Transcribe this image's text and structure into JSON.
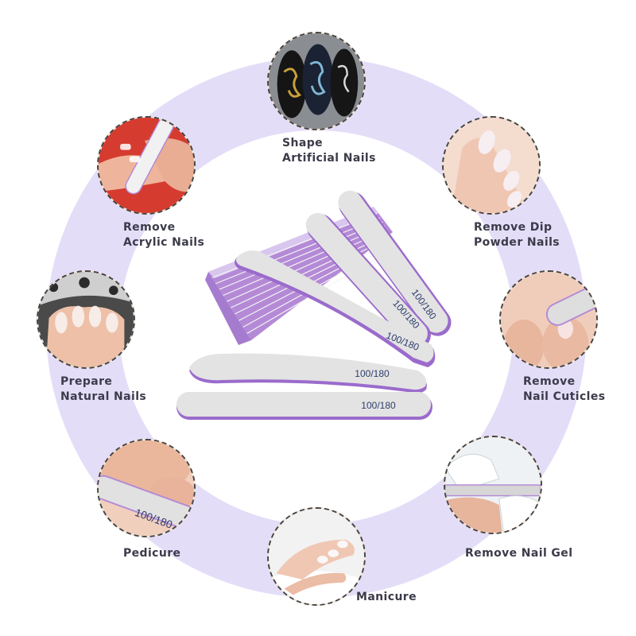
{
  "colors": {
    "ring": "#e4ddf8",
    "file_body": "#dcdcdc",
    "file_core": "#b18ad8",
    "label_text": "#3b3b4a",
    "grit_text": "#2e3d6b"
  },
  "product": {
    "grit_marking": "100/180"
  },
  "uses": [
    {
      "id": "shape",
      "icon": "painted-nails-photo",
      "lines": [
        "Shape",
        "Artificial  Nails"
      ]
    },
    {
      "id": "dip",
      "icon": "dip-nails-photo",
      "lines": [
        "Remove Dip",
        "Powder Nails"
      ]
    },
    {
      "id": "cuticles",
      "icon": "cuticle-filing-photo",
      "lines": [
        "Remove",
        "Nail Cuticles"
      ]
    },
    {
      "id": "gel",
      "icon": "gel-removal-photo",
      "lines": [
        "Remove Nail Gel"
      ]
    },
    {
      "id": "manicure",
      "icon": "manicure-photo",
      "lines": [
        "Manicure"
      ]
    },
    {
      "id": "pedicure",
      "icon": "pedicure-photo",
      "lines": [
        "Pedicure"
      ]
    },
    {
      "id": "natural",
      "icon": "natural-nails-photo",
      "lines": [
        "Prepare",
        "Natural Nails"
      ]
    },
    {
      "id": "acrylic",
      "icon": "acrylic-filing-photo",
      "lines": [
        "Remove",
        "Acrylic Nails"
      ]
    }
  ]
}
